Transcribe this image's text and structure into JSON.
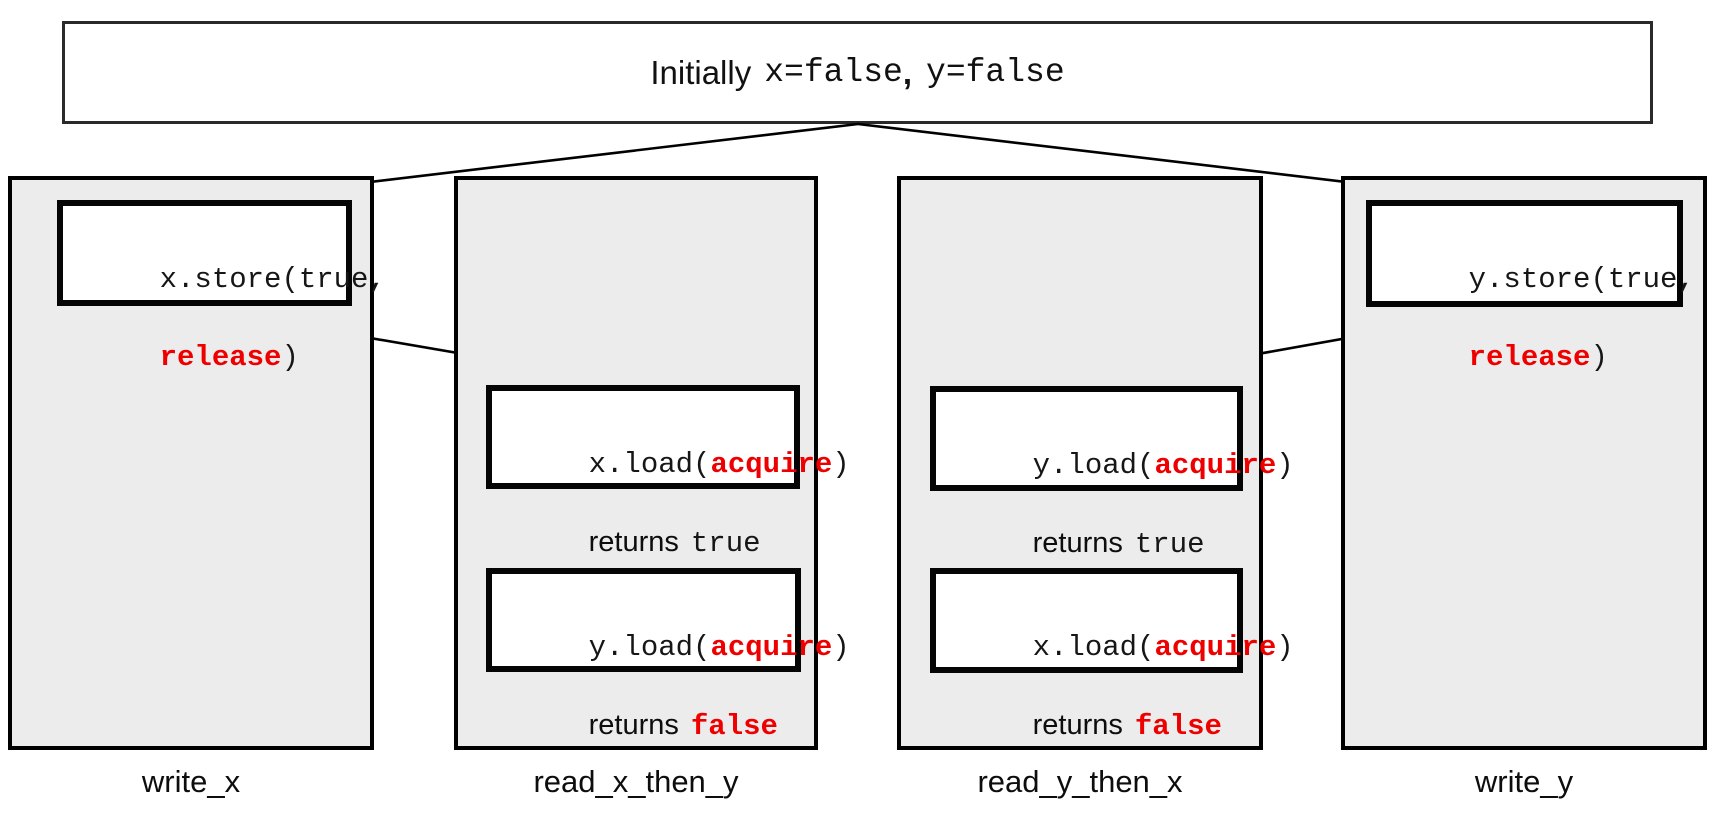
{
  "colors": {
    "red": "#ee0000",
    "column_bg": "#ececec",
    "line": "#000000"
  },
  "initial_box": {
    "prefix": "Initially",
    "x_assignment": "x=false",
    "comma": ",",
    "y_assignment": "y=false"
  },
  "threads": {
    "write_x": {
      "label": "write_x",
      "store": {
        "line1": "x.store(true,",
        "ordering": "release",
        "close_paren": ")"
      }
    },
    "read_x_then_y": {
      "label": "read_x_then_y",
      "first_load": {
        "fn": "x.load(",
        "ordering": "acquire",
        "close_paren": ")",
        "returns_word": "returns",
        "returns_value": "true"
      },
      "second_load": {
        "fn": "y.load(",
        "ordering": "acquire",
        "close_paren": ")",
        "returns_word": "returns",
        "returns_value": "false"
      }
    },
    "read_y_then_x": {
      "label": "read_y_then_x",
      "first_load": {
        "fn": "y.load(",
        "ordering": "acquire",
        "close_paren": ")",
        "returns_word": "returns",
        "returns_value": "true"
      },
      "second_load": {
        "fn": "x.load(",
        "ordering": "acquire",
        "close_paren": ")",
        "returns_word": "returns",
        "returns_value": "false"
      }
    },
    "write_y": {
      "label": "write_y",
      "store": {
        "line1": "y.store(true,",
        "ordering": "release",
        "close_paren": ")"
      }
    }
  }
}
